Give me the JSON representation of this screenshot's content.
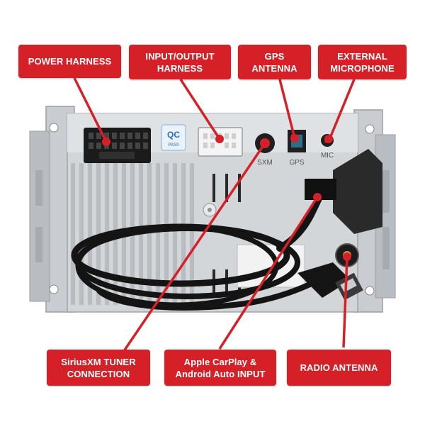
{
  "colors": {
    "label_red": "#d62027",
    "chassis": "#cfd2d5",
    "cable": "#141414"
  },
  "labels": {
    "power_harness": "POWER HARNESS",
    "input_output_harness": "INPUT/OUTPUT\nHARNESS",
    "gps_antenna": "GPS\nANTENNA",
    "external_microphone": "EXTERNAL\nMICROPHONE",
    "siriusxm_tuner": "SiriusXM TUNER\nCONNECTION",
    "carplay_android_input": "Apple CarPlay &\nAndroid Auto INPUT",
    "radio_antenna": "RADIO ANTENNA"
  },
  "port_markings": {
    "sxm": "SXM",
    "gps": "GPS",
    "mic": "MIC",
    "qc_badge": "QC",
    "qc_sub": "PASS"
  }
}
